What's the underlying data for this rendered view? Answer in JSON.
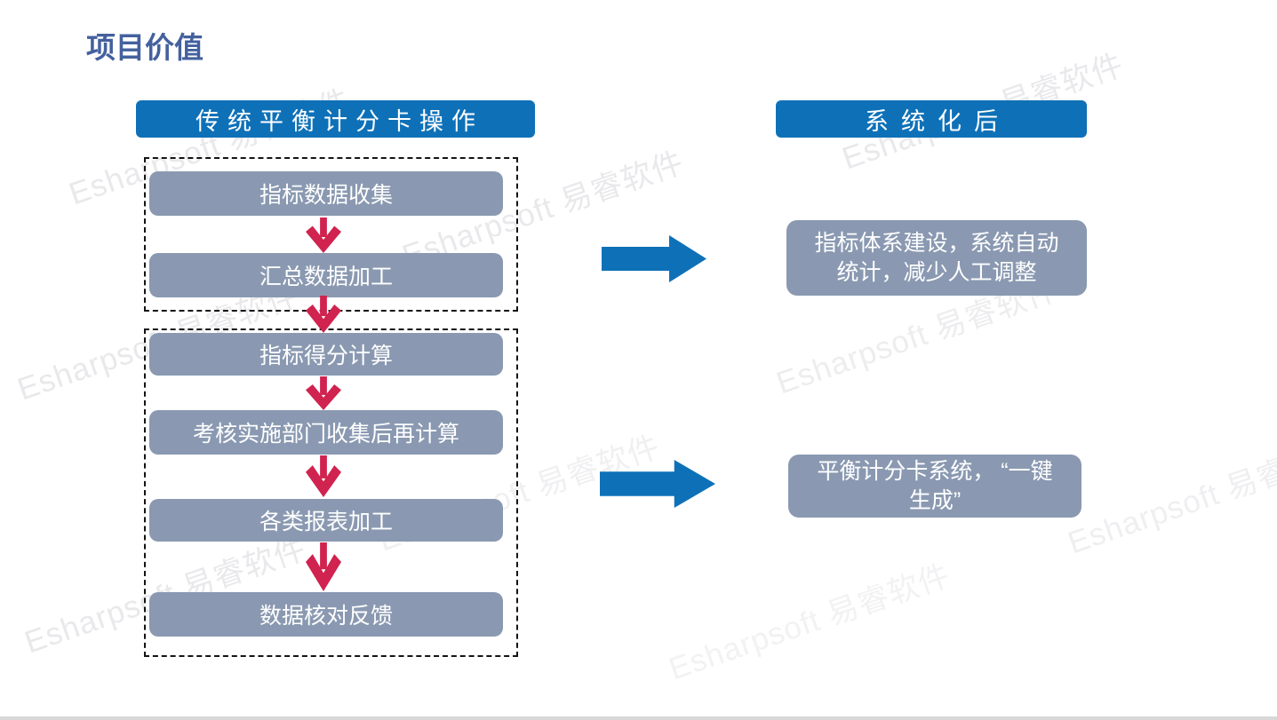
{
  "slide": {
    "title": "项目价值"
  },
  "watermark": {
    "text": "Esharpsoft 易睿软件"
  },
  "colors": {
    "header_blue": "#0e71b8",
    "box_gray": "#8a99b1",
    "arrow_red": "#d0234f",
    "title_blue": "#44619e",
    "watermark_gray": "#e9e9ec"
  },
  "left_column": {
    "header": "传统平衡计分卡操作",
    "groups": [
      {
        "steps": [
          "指标数据收集",
          "汇总数据加工"
        ]
      },
      {
        "steps": [
          "指标得分计算",
          "考核实施部门收集后再计算",
          "各类报表加工",
          "数据核对反馈"
        ]
      }
    ]
  },
  "right_column": {
    "header": "系统化后",
    "results": [
      "指标体系建设，系统自动统计，减少人工调整",
      "平衡计分卡系统， “一键生成”"
    ]
  }
}
